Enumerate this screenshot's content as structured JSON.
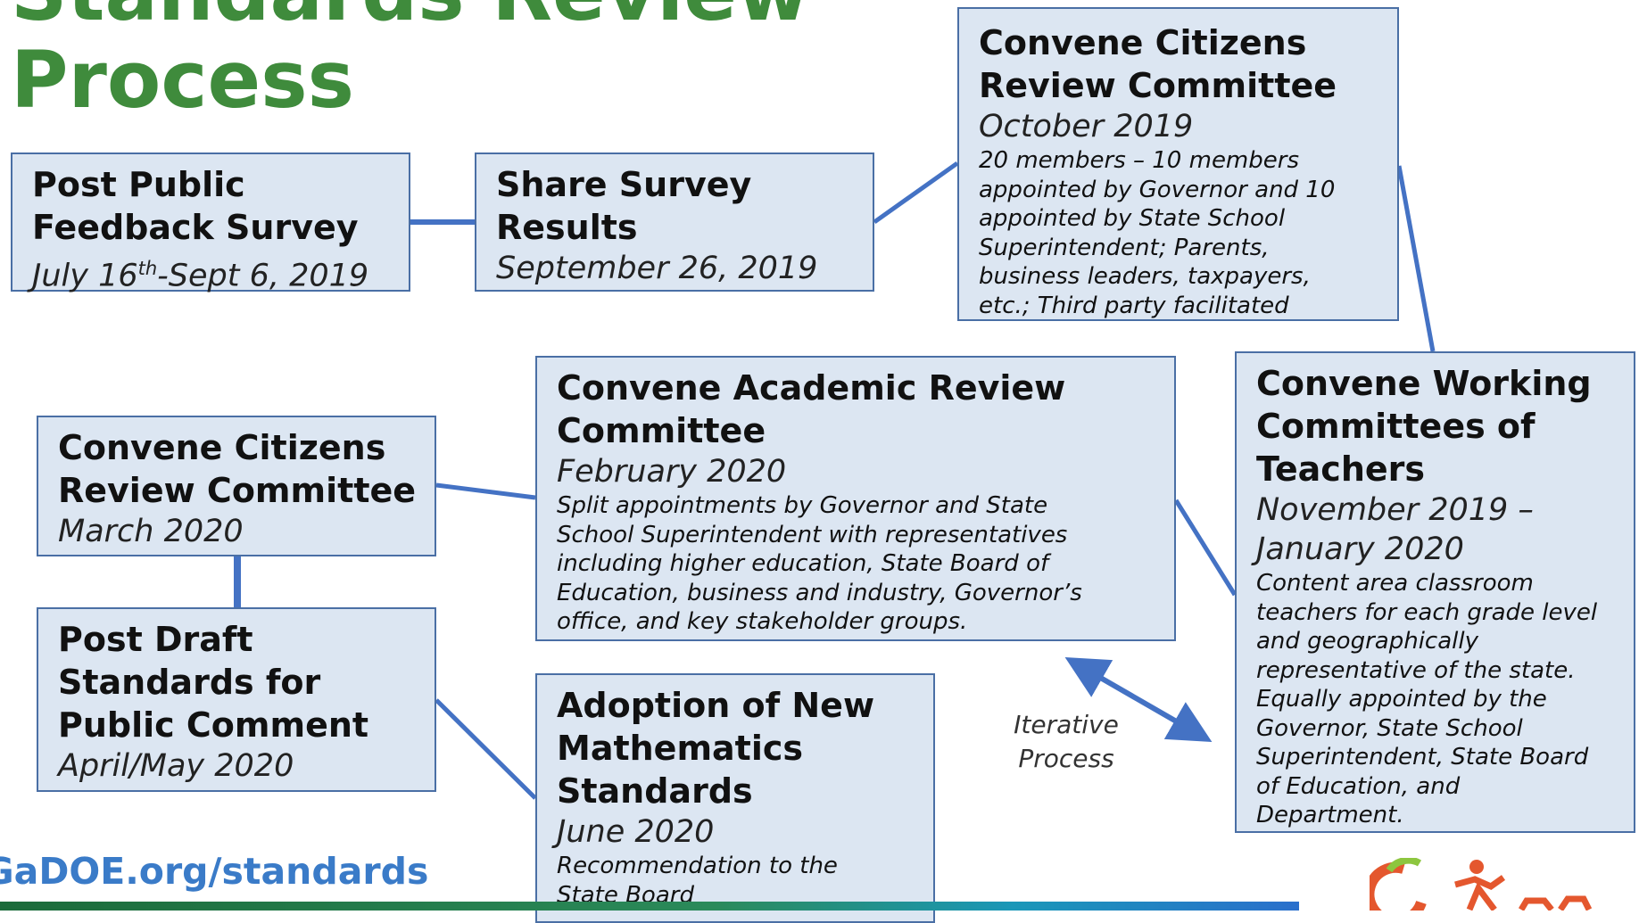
{
  "title": {
    "line1": "Standards Review",
    "line2": "Process"
  },
  "boxes": {
    "survey": {
      "heading1": "Post Public",
      "heading2": "Feedback Survey",
      "date_pre": "July 16",
      "date_sup": "th",
      "date_post": "-Sept 6, 2019"
    },
    "results": {
      "heading1": "Share Survey",
      "heading2": "Results",
      "date": "September 26, 2019"
    },
    "crc1": {
      "heading1": "Convene Citizens",
      "heading2": "Review Committee",
      "date": "October 2019",
      "desc": [
        "20 members – 10 members",
        "appointed by Governor and 10",
        "appointed by State School",
        "Superintendent; Parents,",
        "business leaders, taxpayers,",
        "etc.; Third party facilitated"
      ]
    },
    "working": {
      "heading": [
        "Convene Working",
        "Committees of",
        "Teachers"
      ],
      "date": [
        "November 2019 –",
        "January 2020"
      ],
      "desc": [
        "Content area classroom",
        "teachers for each grade level",
        "and geographically",
        "representative of the state.",
        "Equally appointed by the",
        "Governor, State School",
        "Superintendent, State Board",
        "of Education, and",
        "Department."
      ]
    },
    "academic": {
      "heading": [
        "Convene Academic Review",
        "Committee"
      ],
      "date": "February 2020",
      "desc": [
        "Split appointments by Governor and State",
        "School Superintendent with representatives",
        "including higher education, State Board of",
        "Education, business and industry, Governor’s",
        "office, and key stakeholder groups."
      ]
    },
    "crc2": {
      "heading1": "Convene Citizens",
      "heading2": "Review Committee",
      "date": "March 2020"
    },
    "draft": {
      "heading": [
        "Post Draft",
        "Standards for",
        "Public Comment"
      ],
      "date": "April/May 2020"
    },
    "adoption": {
      "heading": [
        "Adoption of New",
        "Mathematics",
        "Standards"
      ],
      "date": "June 2020",
      "desc": [
        "Recommendation to the",
        "State Board"
      ]
    }
  },
  "iterative_label": [
    "Iterative",
    "Process"
  ],
  "footer": {
    "url": "GaDOE.org/standards"
  },
  "colors": {
    "title": "#3f8b3c",
    "box_fill": "#dce6f2",
    "box_border": "#4a6fa5",
    "connector": "#4472c4",
    "url": "#3a7bc8"
  }
}
